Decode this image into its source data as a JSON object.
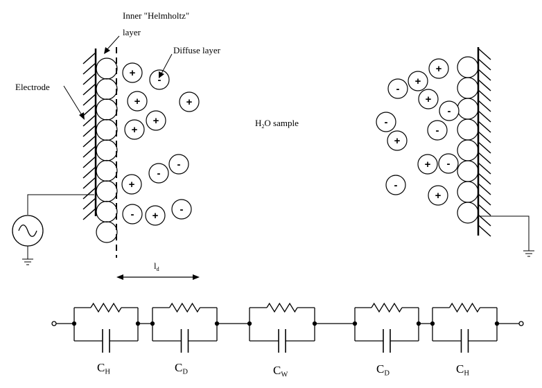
{
  "labels": {
    "inner_helmholtz_line1": "Inner \"Helmholtz\"",
    "inner_helmholtz_line2": "layer",
    "diffuse_layer": "Diffuse layer",
    "electrode": "Electrode",
    "sample_main": "H",
    "sample_sub": "2",
    "sample_rest": "O sample",
    "distance_main": "l",
    "distance_sub": "d"
  },
  "circuit": {
    "components": [
      {
        "main": "C",
        "sub": "H"
      },
      {
        "main": "C",
        "sub": "D"
      },
      {
        "main": "C",
        "sub": "W"
      },
      {
        "main": "C",
        "sub": "D"
      },
      {
        "main": "C",
        "sub": "H"
      }
    ]
  },
  "ions": {
    "plus": "+",
    "minus": "-",
    "left": [
      "+",
      "-",
      "+",
      "+",
      "+",
      "+",
      "-",
      "-",
      "+",
      "-",
      "+",
      "-",
      "-"
    ],
    "right": [
      "+",
      "-",
      "+",
      "+",
      "-",
      "-",
      "-",
      "+",
      "+",
      "-",
      "-",
      "+"
    ]
  }
}
